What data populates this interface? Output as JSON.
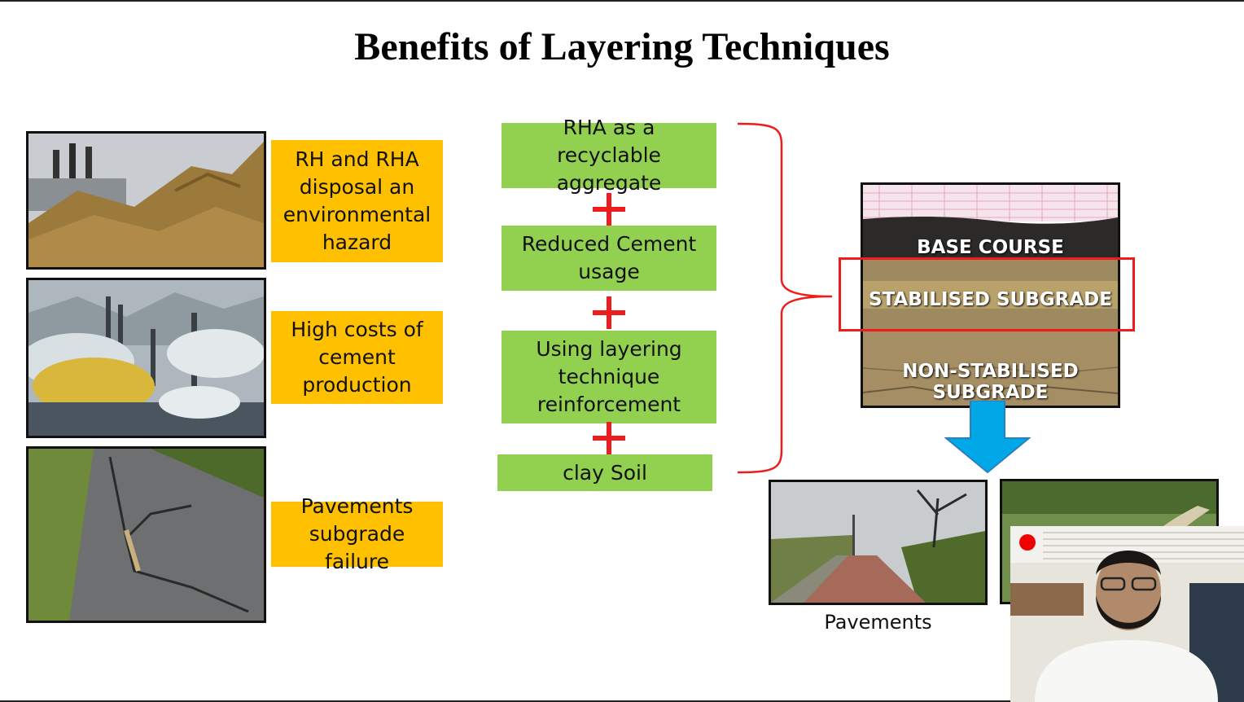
{
  "slide": {
    "title": "Benefits of Layering Techniques"
  },
  "problems": [
    {
      "label": "RH and RHA disposal an environmental hazard",
      "image": "rice-husk-pile"
    },
    {
      "label": "High costs of cement production",
      "image": "cement-factory-smoke"
    },
    {
      "label": "Pavements subgrade failure",
      "image": "cracked-pavement"
    }
  ],
  "benefits": [
    {
      "label": "RHA as a recyclable aggregate"
    },
    {
      "label": "Reduced Cement usage"
    },
    {
      "label": "Using layering technique reinforcement"
    },
    {
      "label": "clay Soil"
    }
  ],
  "soil_profile": {
    "layers": [
      "BASE COURSE",
      "STABILISED SUBGRADE",
      "NON-STABILISED SUBGRADE"
    ],
    "highlighted_layer": "STABILISED SUBGRADE"
  },
  "outcomes": {
    "caption": "Pavements"
  },
  "colors": {
    "problem_box": "#ffc000",
    "benefit_box": "#92d050",
    "plus_sign": "#ee1c1c",
    "brace": "#ee1c1c",
    "arrow": "#00a8e8"
  },
  "webcam": {
    "recording_indicator": "record-dot-icon"
  }
}
